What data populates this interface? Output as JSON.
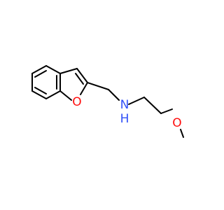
{
  "molecule": {
    "atoms": {
      "O_furan": {
        "label": "O",
        "color": "#ff0d0d"
      },
      "N_amine": {
        "label": "N",
        "color": "#3050f8"
      },
      "H_amine": {
        "label": "H",
        "color": "#3050f8"
      },
      "O_methoxy": {
        "label": "O",
        "color": "#ff0d0d"
      }
    },
    "bond_color": "#000000"
  }
}
